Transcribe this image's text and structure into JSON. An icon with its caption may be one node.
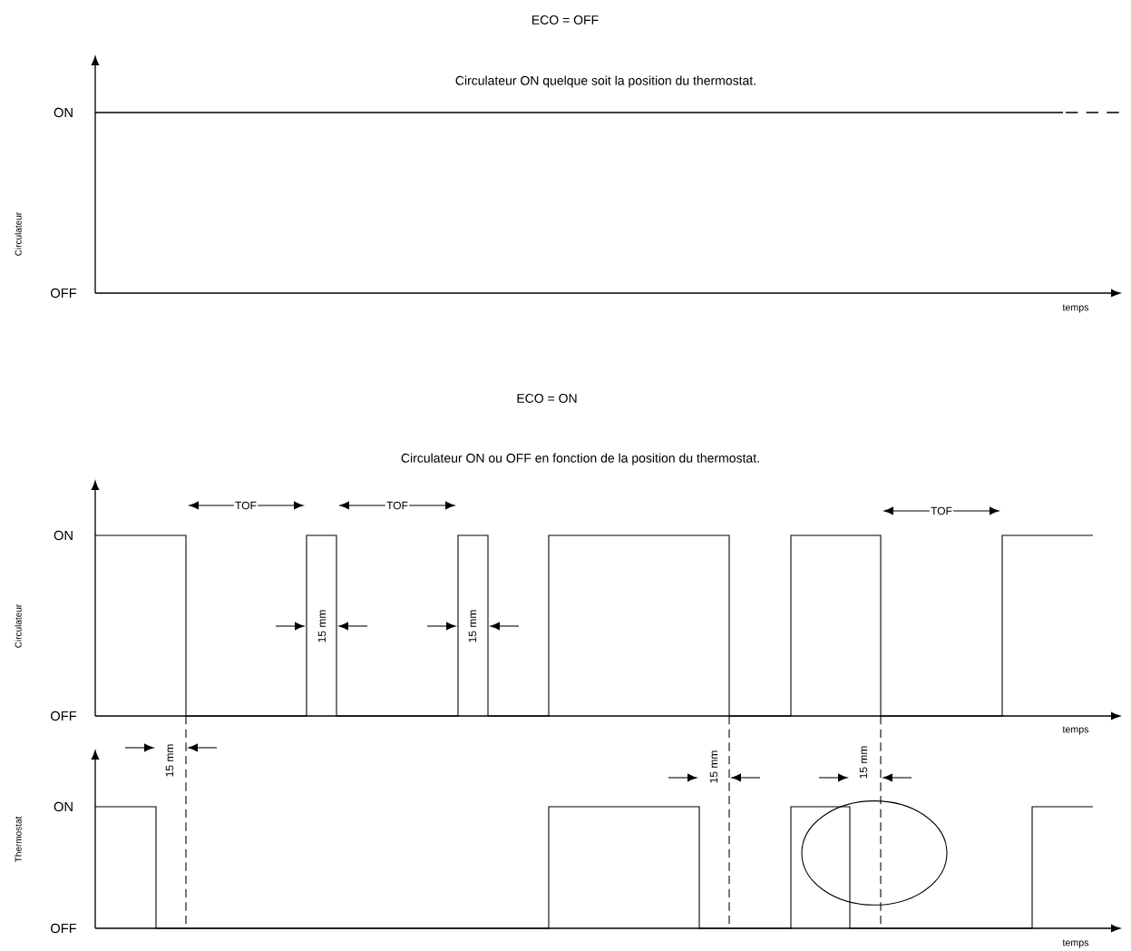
{
  "diagram": {
    "labels": [
      "ECO = OFF",
      "Circulateur ON quelque soit la position du thermostat.",
      "ON",
      "Circulateur",
      "OFF",
      "temps",
      "ECO = ON",
      "Circulateur ON ou OFF en fonction de la position du thermostat.",
      "TOF",
      "TOF",
      "TOF",
      "ON",
      "Circulateur",
      "15 mm",
      "15 mm",
      "OFF",
      "temps",
      "15 mm",
      "15 mm",
      "15 mm",
      "ON",
      "Thermostat",
      "OFF",
      "temps"
    ]
  }
}
